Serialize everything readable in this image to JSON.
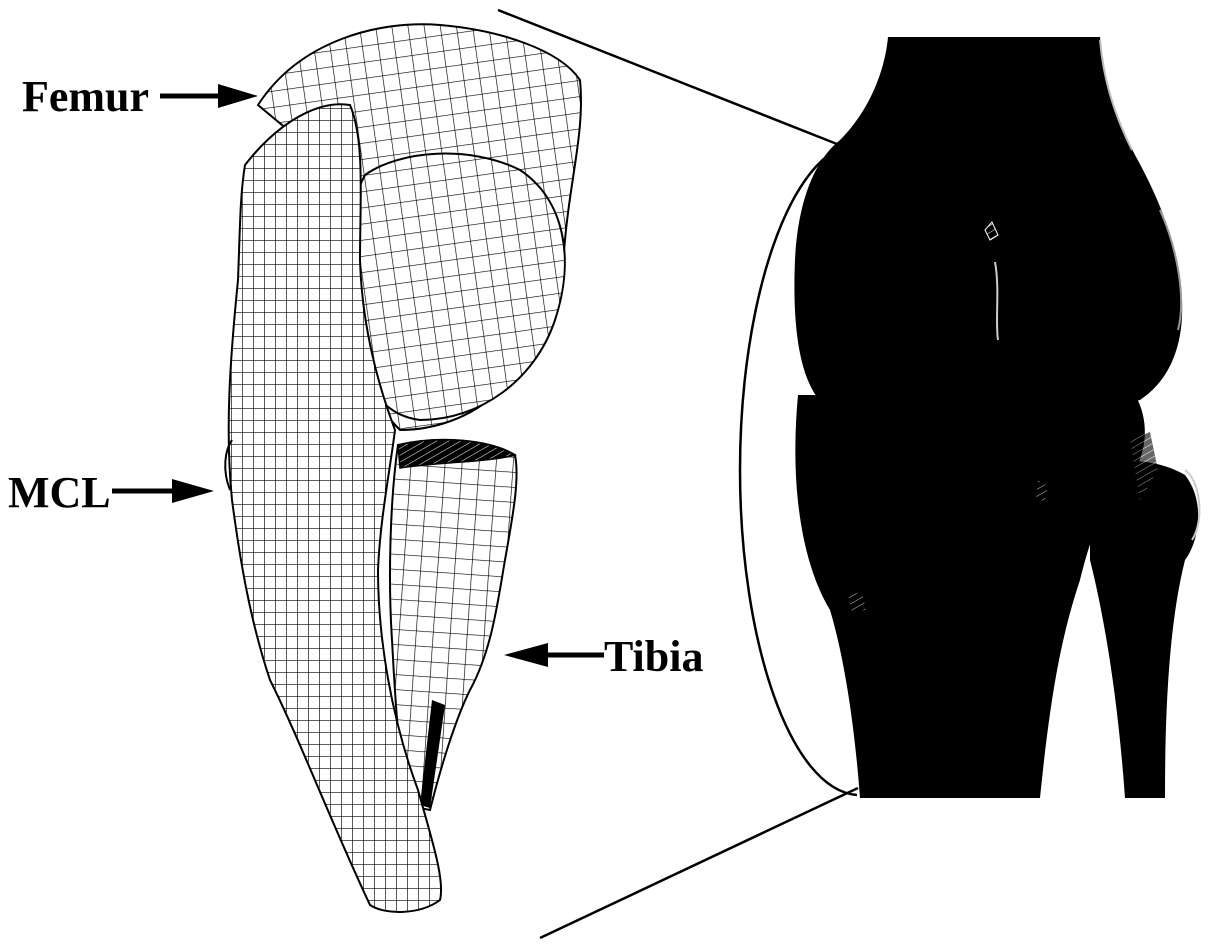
{
  "labels": {
    "femur": "Femur",
    "mcl": "MCL",
    "tibia": "Tibia"
  },
  "colors": {
    "background": "#ffffff",
    "ink": "#000000",
    "mesh_line": "#000000",
    "mesh_fill": "#ffffff",
    "knee_solid": "#000000"
  },
  "icons": [
    "right-arrow",
    "right-arrow",
    "left-arrow"
  ]
}
